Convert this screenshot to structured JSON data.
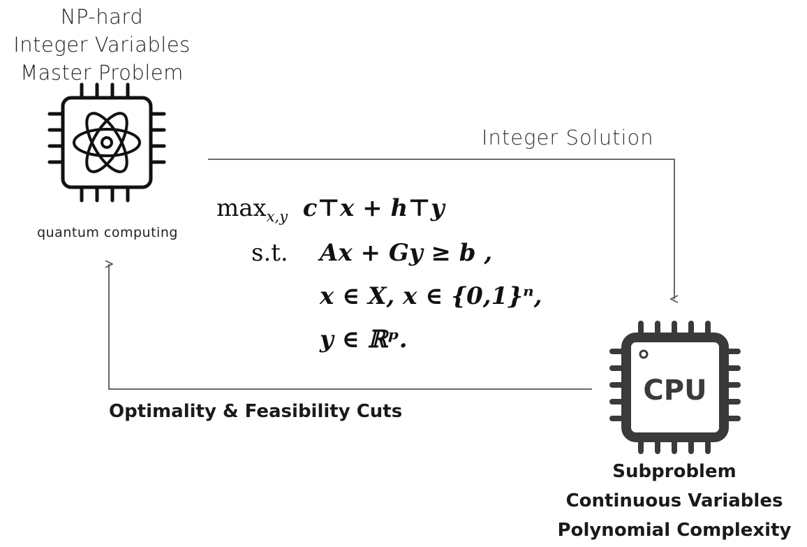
{
  "quantum": {
    "title_lines": [
      "NP-hard",
      "Integer Variables",
      "Master Problem"
    ],
    "label": "quantum computing"
  },
  "edges": {
    "top_label": "Integer Solution",
    "bottom_label": "Optimality & Feasibility Cuts"
  },
  "cpu": {
    "chip_text": "CPU",
    "title_lines": [
      "Subproblem",
      "Continuous Variables",
      "Polynomial Complexity"
    ]
  },
  "formulation": {
    "objective_op": "max",
    "objective_sub": "x,y",
    "objective_expr": "c⊤x + h⊤y",
    "st_label": "s.t.",
    "constraint_1": "Ax + Gy ≥ b ,",
    "constraint_2": "x ∈ X,  x ∈ {0,1}ⁿ,",
    "constraint_3": "y ∈ ℝᵖ."
  },
  "colors": {
    "icon": "#111111",
    "cpu_icon": "#3a3a3a",
    "arrow": "#555555"
  }
}
